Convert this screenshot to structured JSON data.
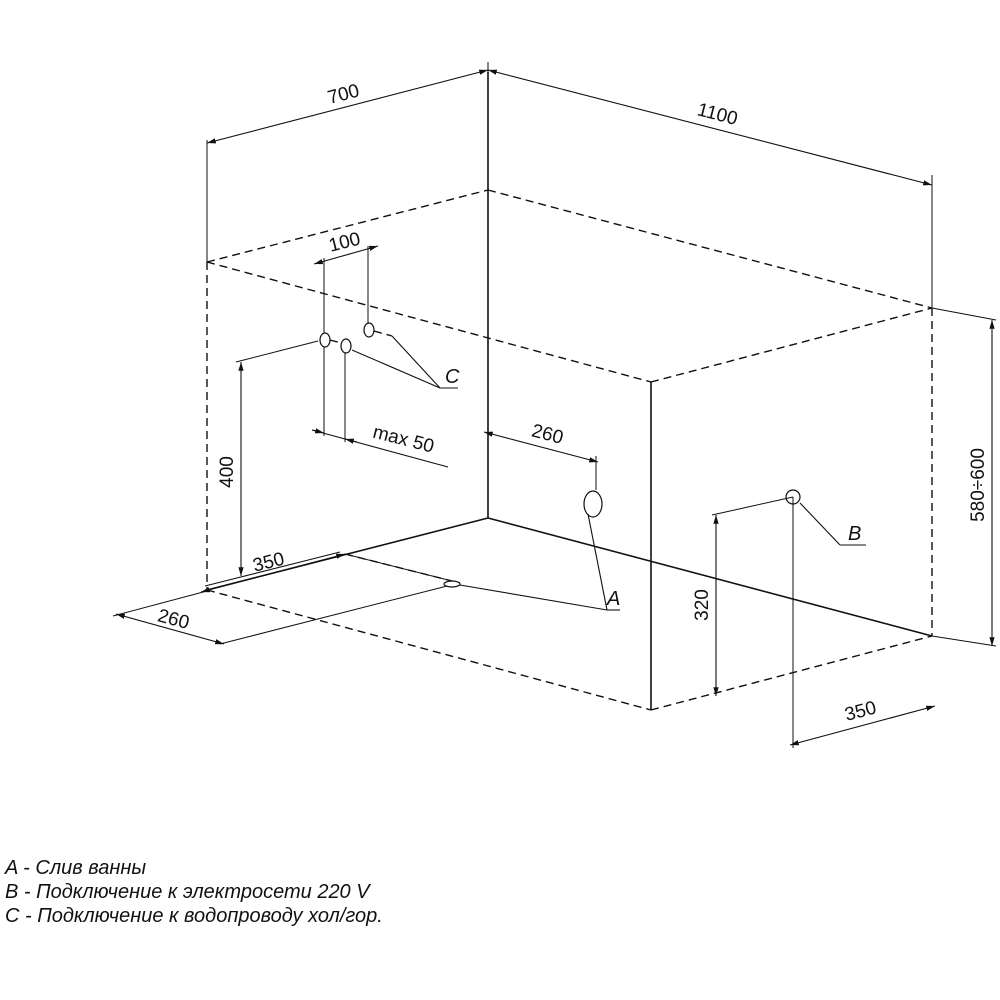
{
  "dimensions": {
    "width_top": "700",
    "length_top": "1100",
    "pipe_spacing": "100",
    "pipe_max": "max 50",
    "pipe_height": "400",
    "left_offset": "350",
    "front_offset": "260",
    "drain_offset": "260",
    "total_height": "580÷600",
    "power_height": "320",
    "power_offset": "350"
  },
  "markers": {
    "a": "A",
    "b": "B",
    "c": "C"
  },
  "legend": [
    "A - Слив ванны",
    "B - Подключение к электросети 220 V",
    "C - Подключение к водопроводу хол/гор."
  ]
}
